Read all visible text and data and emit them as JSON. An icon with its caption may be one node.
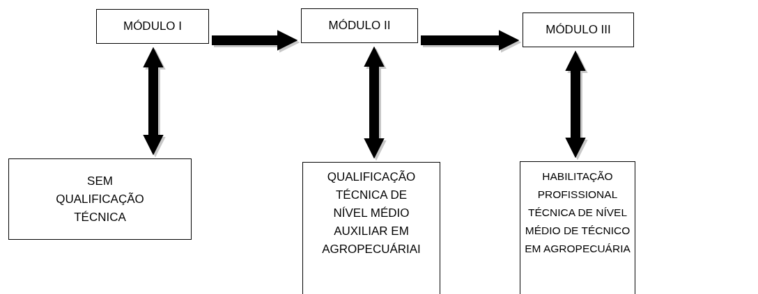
{
  "diagram": {
    "nodes": [
      {
        "text": [
          "MÓDULO I"
        ]
      },
      {
        "text": [
          "MÓDULO II"
        ]
      },
      {
        "text": [
          "MÓDULO III"
        ]
      },
      {
        "text": [
          "SEM QUALIFICAÇÃO TÉCNICA"
        ]
      },
      {
        "text": [
          "QUALIFICAÇÃO TÉCNICA DE NÍVEL MÉDIO AUXILIAR EM AGROPECUÁRIAI"
        ]
      },
      {
        "text": [
          "HABILITAÇÃO PROFISSIONAL TÉCNICA DE NÍVEL MÉDIO DE TÉCNICO EM AGROPECUÁRIA"
        ]
      }
    ],
    "edges": [
      {
        "from": 0,
        "to": 1,
        "arrow": "to"
      },
      {
        "from": 1,
        "to": 2,
        "arrow": "to"
      },
      {
        "from": 0,
        "to": 3,
        "arrow": "both"
      },
      {
        "from": 1,
        "to": 4,
        "arrow": "both"
      },
      {
        "from": 2,
        "to": 5,
        "arrow": "both"
      }
    ]
  }
}
